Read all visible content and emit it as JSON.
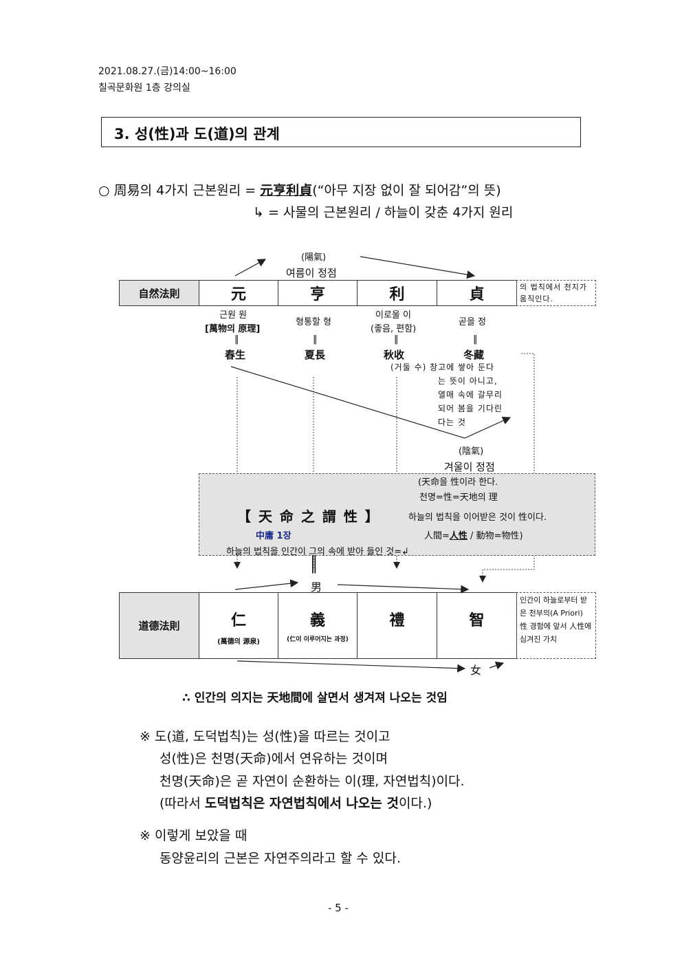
{
  "header": {
    "date": "2021.08.27.(금)14:00~16:00",
    "venue": "칠곡문화원 1층 강의실"
  },
  "title": "3. 성(性)과 도(道)의 관계",
  "intro": {
    "bullet": "○",
    "line1_pre": "周易의 4가지 근본원리 = ",
    "line1_bold": "元亨利貞",
    "line1_post": "(“아무 지장 없이 잘 되어감”의 뜻)",
    "line2": "↳ = 사물의 근본원리 / 하늘이 갖춘 4가지 원리"
  },
  "diagram": {
    "yanggi": "(陽氣)",
    "summer_peak": "여름이 정점",
    "nature_label": "自然法則",
    "nature_chars": [
      "元",
      "亨",
      "利",
      "貞"
    ],
    "nature_note": "의 법칙에서 천지가 움직인다.",
    "readings": [
      {
        "reading": "근원 원",
        "extra": "[萬物의 原理]"
      },
      {
        "reading": "형통할 형",
        "extra": ""
      },
      {
        "reading": "이로울 이",
        "extra": "(좋음, 편함)"
      },
      {
        "reading": "곧을 정",
        "extra": ""
      }
    ],
    "equals": "‖",
    "seasons": [
      "春生",
      "夏長",
      "秋收",
      "冬藏"
    ],
    "winter_expl": [
      "(거둘 수) 창고에 쌓아 둔다",
      "는 뜻이 아니고,",
      "열매 속에 갈무리",
      "되어 봄을 기다린",
      "다는 것"
    ],
    "eumgi": "(陰氣)",
    "winter_peak": "겨울이 정점",
    "cheonmyeong": {
      "line1": "(天命을 性이라 한다.",
      "line2": "천명=性=天地의 理",
      "main": "【 天 命 之 謂 性 】",
      "line3": "하늘의 법칙을 이어받은 것이 性이다.",
      "source": "中庸 1장",
      "line4_pre": "人間=",
      "line4_bold": "人性",
      "line4_post": " / 動物=物性)",
      "bottom": "하늘의 법칙을 인간이 그의 속에 받아 들인 것=↲"
    },
    "arrow_mid_label": "║",
    "male": "男",
    "female": "女",
    "moral_label": "道德法則",
    "moral": [
      {
        "char": "仁",
        "sub": "(萬德의 源泉)"
      },
      {
        "char": "義",
        "sub": "(仁이 이루어지는 과정)"
      },
      {
        "char": "禮",
        "sub": ""
      },
      {
        "char": "智",
        "sub": ""
      }
    ],
    "moral_note": "인간이 하늘로부터 받은 천부의(A Priori) 性 경험에 앞서 人性에 심겨진 가치"
  },
  "conclusion": "∴ 인간의 의지는 天地間에 살면서 생겨져 나오는 것임",
  "notes1": {
    "line1": "※ 도(道, 도덕법칙)는 성(性)을 따르는 것이고",
    "line2": "성(性)은 천명(天命)에서 연유하는 것이며",
    "line3": "천명(天命)은 곧 자연이 순환하는 이(理, 자연법칙)이다.",
    "line4_pre": "(따라서 ",
    "line4_bold": "도덕법칙은 자연법칙에서 나오는 것",
    "line4_post": "이다.)"
  },
  "notes2": {
    "line1": "※ 이렇게 보았을 때",
    "line2": "동양윤리의 근본은 자연주의라고 할 수 있다."
  },
  "page_number": "- 5 -"
}
